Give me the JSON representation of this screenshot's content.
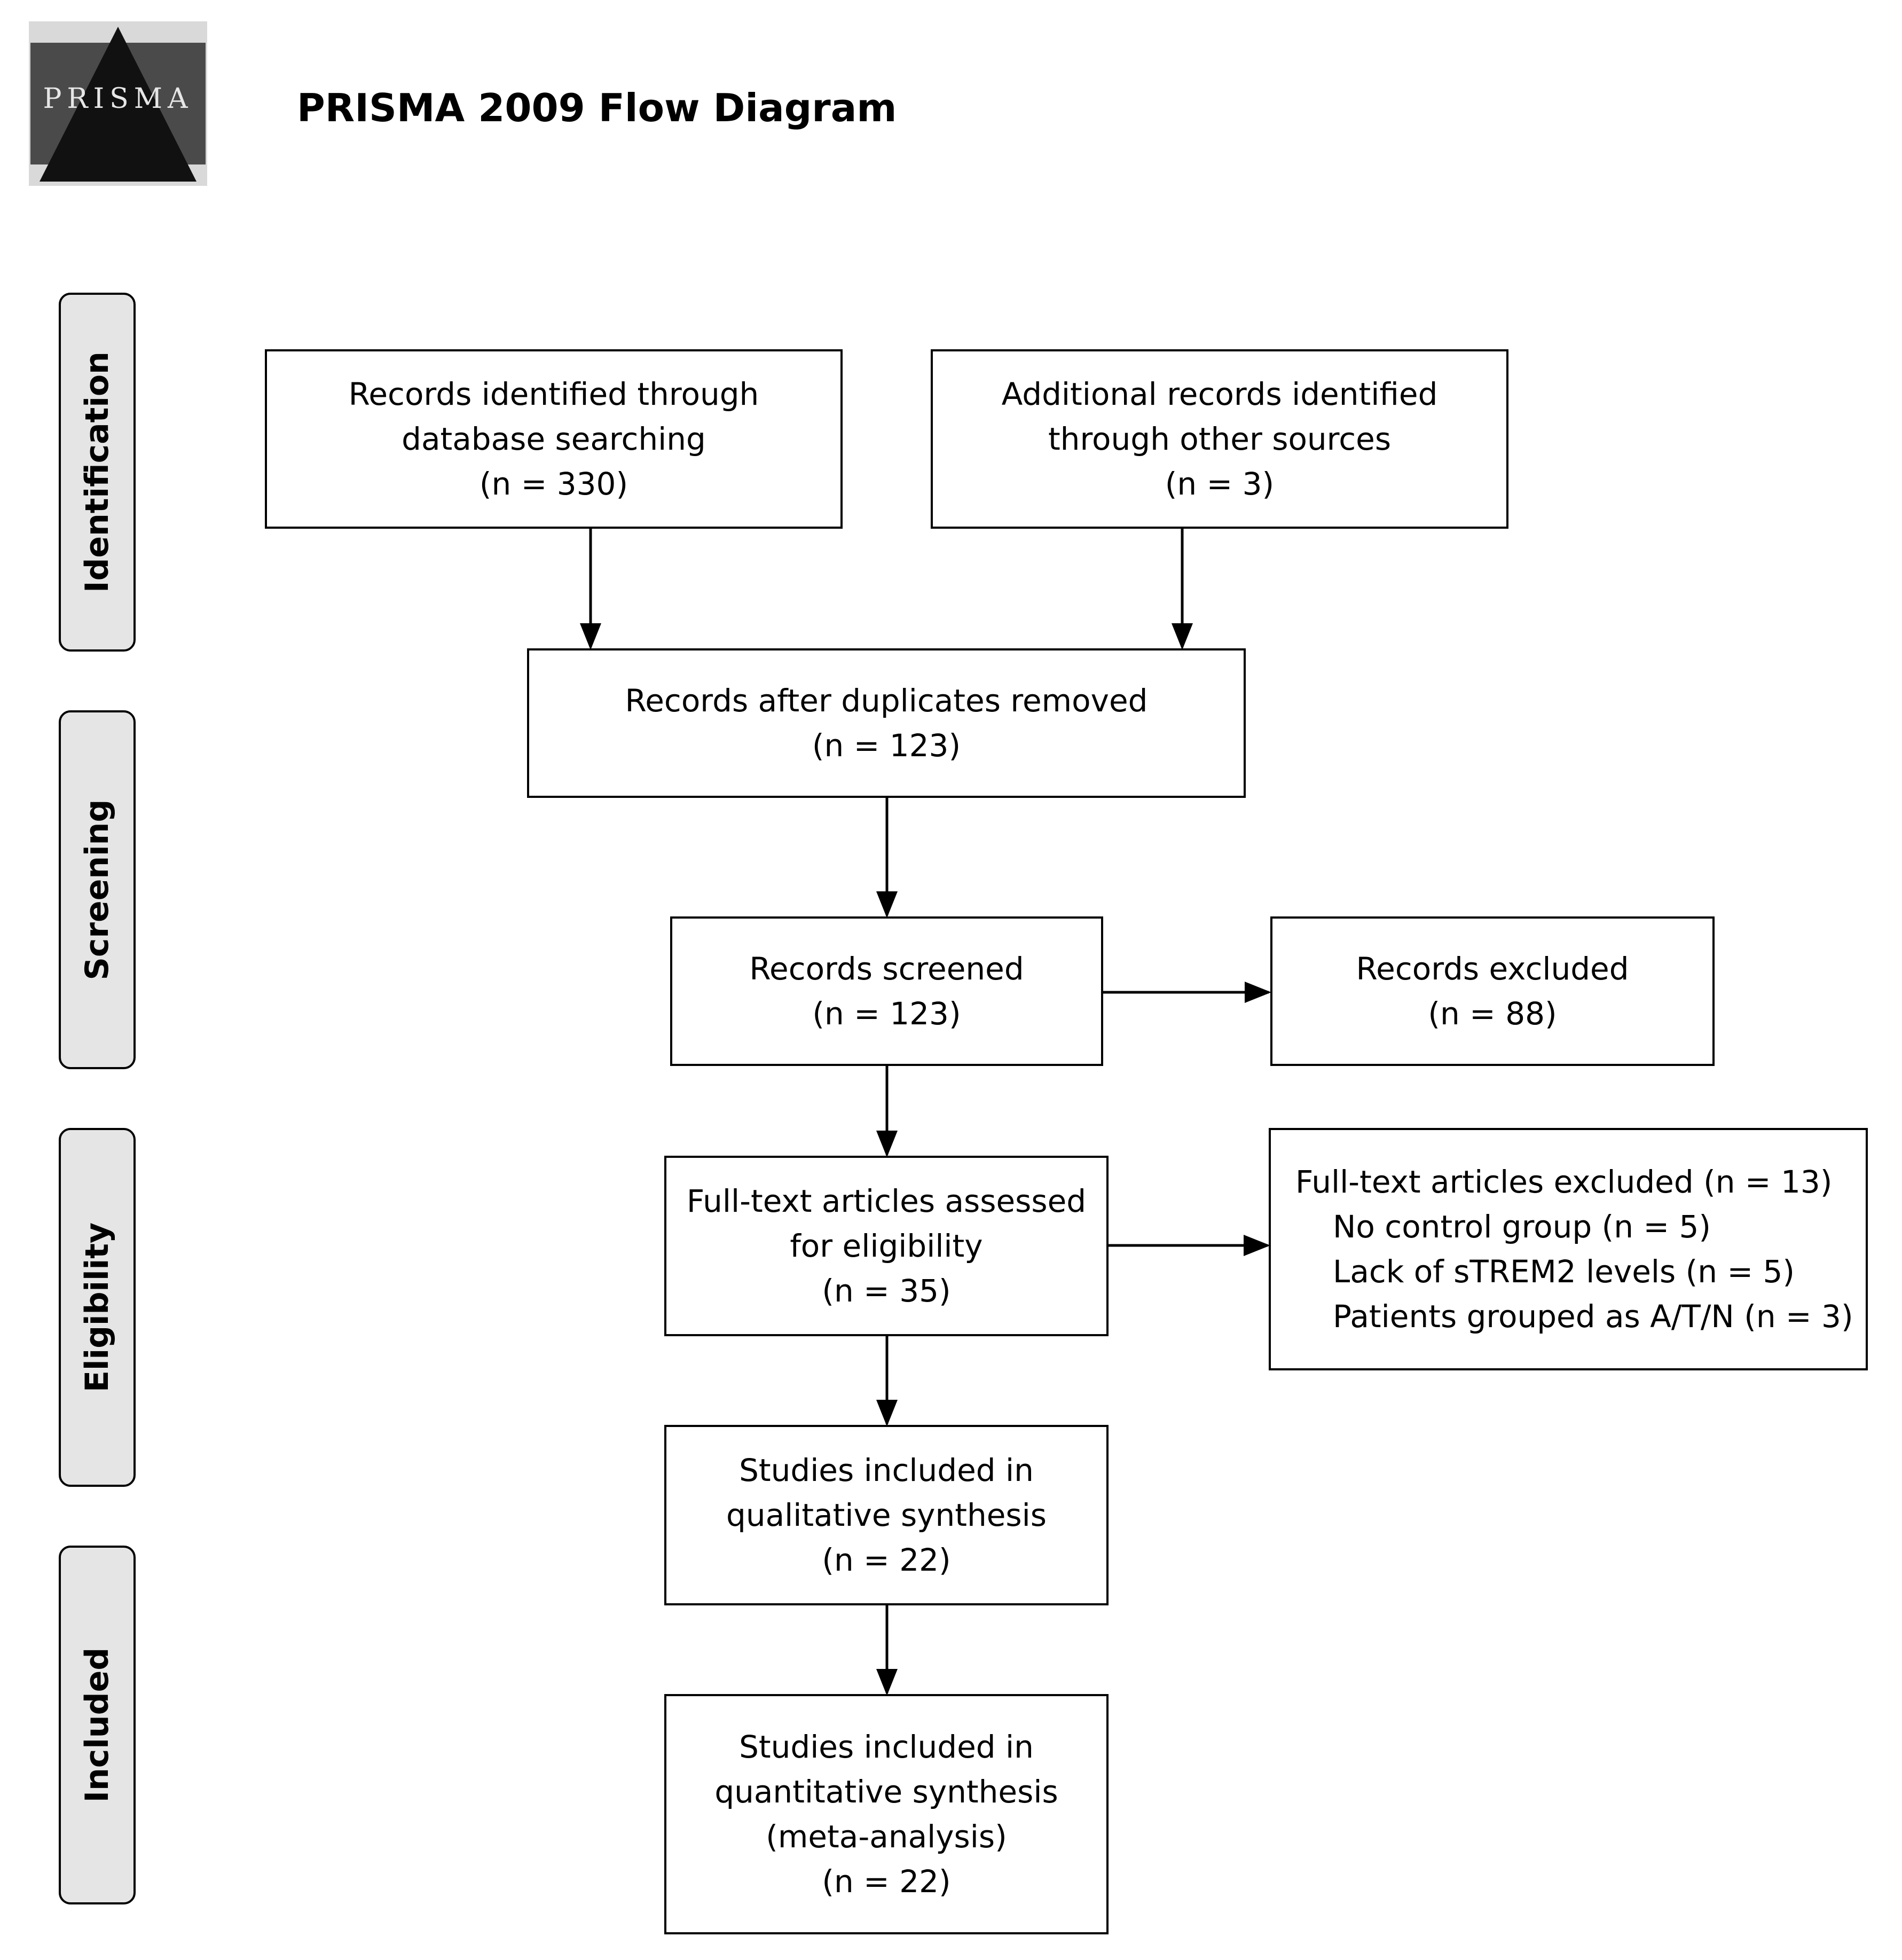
{
  "logo": {
    "text": "PRISMA",
    "colors": {
      "background": "#d9d9d9",
      "triangle": "#111111",
      "shade": "#4a4a4a"
    }
  },
  "title": "PRISMA 2009 Flow Diagram",
  "stages": {
    "identification": "Identification",
    "screening": "Screening",
    "eligibility": "Eligibility",
    "included": "Included"
  },
  "boxes": {
    "database_records": {
      "line1": "Records identified through",
      "line2": "database searching",
      "count": "(n = 330)"
    },
    "other_sources": {
      "line1": "Additional records identified",
      "line2": "through other sources",
      "count": "(n = 3)"
    },
    "duplicates_removed": {
      "line1": "Records after duplicates removed",
      "count": "(n = 123)"
    },
    "screened": {
      "line1": "Records screened",
      "count": "(n = 123)"
    },
    "excluded": {
      "line1": "Records excluded",
      "count": "(n = 88)"
    },
    "full_text_assessed": {
      "line1": "Full-text articles assessed",
      "line2": "for eligibility",
      "count": "(n = 35)"
    },
    "full_text_excluded": {
      "heading": "Full-text articles excluded (n = 13)",
      "reasons": [
        "No control group (n = 5)",
        "Lack of sTREM2 levels (n = 5)",
        "Patients grouped as A/T/N (n = 3)"
      ]
    },
    "qualitative": {
      "line1": "Studies included in",
      "line2": "qualitative synthesis",
      "count": "(n = 22)"
    },
    "quantitative": {
      "line1": "Studies included in",
      "line2": "quantitative synthesis",
      "line3": "(meta-analysis)",
      "count": "(n = 22)"
    }
  },
  "colors": {
    "stage_fill": "#e5e5e5",
    "stroke": "#000000",
    "box_fill": "#ffffff"
  }
}
